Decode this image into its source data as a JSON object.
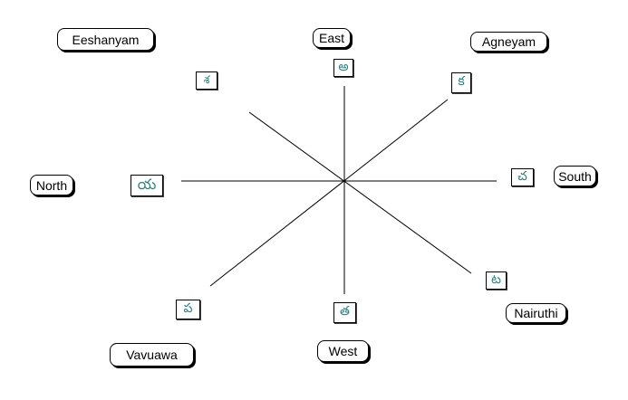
{
  "directions": {
    "east": "East",
    "agneyam": "Agneyam",
    "south": "South",
    "nairuthi": "Nairuthi",
    "west": "West",
    "vavuawa": "Vavuawa",
    "north": "North",
    "eeshanyam": "Eeshanyam"
  },
  "glyphs": {
    "east": "అ",
    "agneyam": "క",
    "south": "చ",
    "nairuthi": "ట",
    "west": "త",
    "vavuawa": "ప",
    "north": "య",
    "eeshanyam": "శ"
  },
  "colors": {
    "glyph": "#2a8080",
    "line": "#000000"
  }
}
